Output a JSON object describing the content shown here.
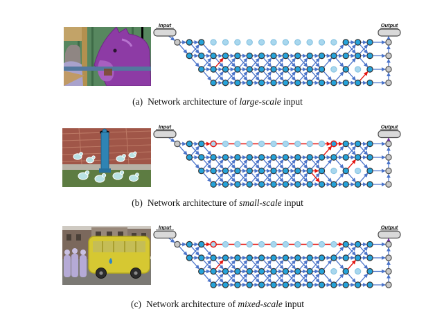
{
  "figure": {
    "captions": [
      {
        "index": "(a)",
        "text": "Network architecture of",
        "emphasis": "large-scale",
        "suffix": "input"
      },
      {
        "index": "(b)",
        "text": "Network architecture of",
        "emphasis": "small-scale",
        "suffix": "input"
      },
      {
        "index": "(c)",
        "text": "Network architecture of",
        "emphasis": "mixed-scale",
        "suffix": "input"
      }
    ],
    "colors": {
      "node_active": "#25A3DA",
      "node_active_stroke": "#333333",
      "node_faded": "#A8D7EE",
      "node_faded_stroke": "#86C2E1",
      "node_gray": "#C9C9C9",
      "node_gray_stroke": "#4D4D4D",
      "edge_blue": "#4A73C9",
      "edge_red": "#E51510",
      "edge_purple": "#7A35A8",
      "box_fill": "#D9D9D9",
      "box_stroke": "#4A4A4A"
    },
    "diagrams": [
      {
        "id": "large-scale",
        "input_label": "Input",
        "output_label": "Output",
        "output_arrow_color": "blue",
        "grid": [
          "GAAFFFFFFFFFFFAAA",
          ".AAAAAAAAAAAAAAAA",
          "..AAAAAAAAAAAFAFA",
          "...AAAAAAAAAAAAAA"
        ],
        "red_edges": [
          [
            [
              2,
              3
            ],
            [
              1,
              4
            ]
          ],
          [
            [
              3,
              15
            ],
            [
              2,
              16
            ]
          ]
        ]
      },
      {
        "id": "small-scale",
        "input_label": "Input",
        "output_label": "Output",
        "output_arrow_color": "purple",
        "grid": [
          "GAArFFFFFFFFFRAAA",
          ".AAAAAAAAAAAAAAAA",
          "..AAAAAAAAAAAFAFA",
          "...AAAAAAAAAAAAAA"
        ],
        "red_edges": [
          [
            [
              0,
              2
            ],
            [
              0,
              3
            ]
          ],
          [
            [
              0,
              3
            ],
            [
              0,
              13
            ]
          ],
          [
            [
              0,
              13
            ],
            [
              0,
              14
            ]
          ],
          [
            [
              1,
              12
            ],
            [
              0,
              13
            ]
          ],
          [
            [
              2,
              11
            ],
            [
              2,
              12
            ]
          ],
          [
            [
              2,
              11
            ],
            [
              3,
              12
            ]
          ],
          [
            [
              2,
              14
            ],
            [
              1,
              15
            ]
          ]
        ]
      },
      {
        "id": "mixed-scale",
        "input_label": "Input",
        "output_label": "Output",
        "output_arrow_color": "purple",
        "grid": [
          "GAArFFFFFFFFFFAAA",
          ".AAAAAAAAAAAAAAAA",
          "..AAAAAAAAAAAFAFA",
          "...AAAAAAAAAAAAAA"
        ],
        "red_edges": [
          [
            [
              0,
              2
            ],
            [
              0,
              3
            ]
          ],
          [
            [
              0,
              3
            ],
            [
              0,
              14
            ]
          ],
          [
            [
              2,
              3
            ],
            [
              1,
              4
            ]
          ],
          [
            [
              2,
              14
            ],
            [
              1,
              15
            ]
          ]
        ]
      }
    ]
  }
}
